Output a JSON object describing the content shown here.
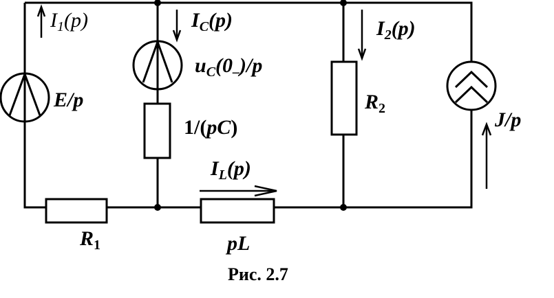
{
  "labels": {
    "i1": {
      "main": "I",
      "sub": "1",
      "arg": "(p)"
    },
    "ic": {
      "main": "I",
      "sub": "C",
      "arg": "(p)"
    },
    "i2": {
      "main": "I",
      "sub": "2",
      "arg": "(p)"
    },
    "il": {
      "main": "I",
      "sub": "L",
      "arg": "(p)"
    },
    "uc": {
      "main": "u",
      "sub": "C",
      "arg": "(0",
      "sub2": "–",
      "tail": ")/p"
    },
    "e": "E/p",
    "j": "J/p",
    "cap_imp": {
      "pre": "1/(",
      "var": "pC",
      "post": ")"
    },
    "r1": {
      "main": "R",
      "sub": "1"
    },
    "r2": {
      "main": "R",
      "sub": "2"
    },
    "pl": "pL"
  },
  "caption": "Рис. 2.7"
}
